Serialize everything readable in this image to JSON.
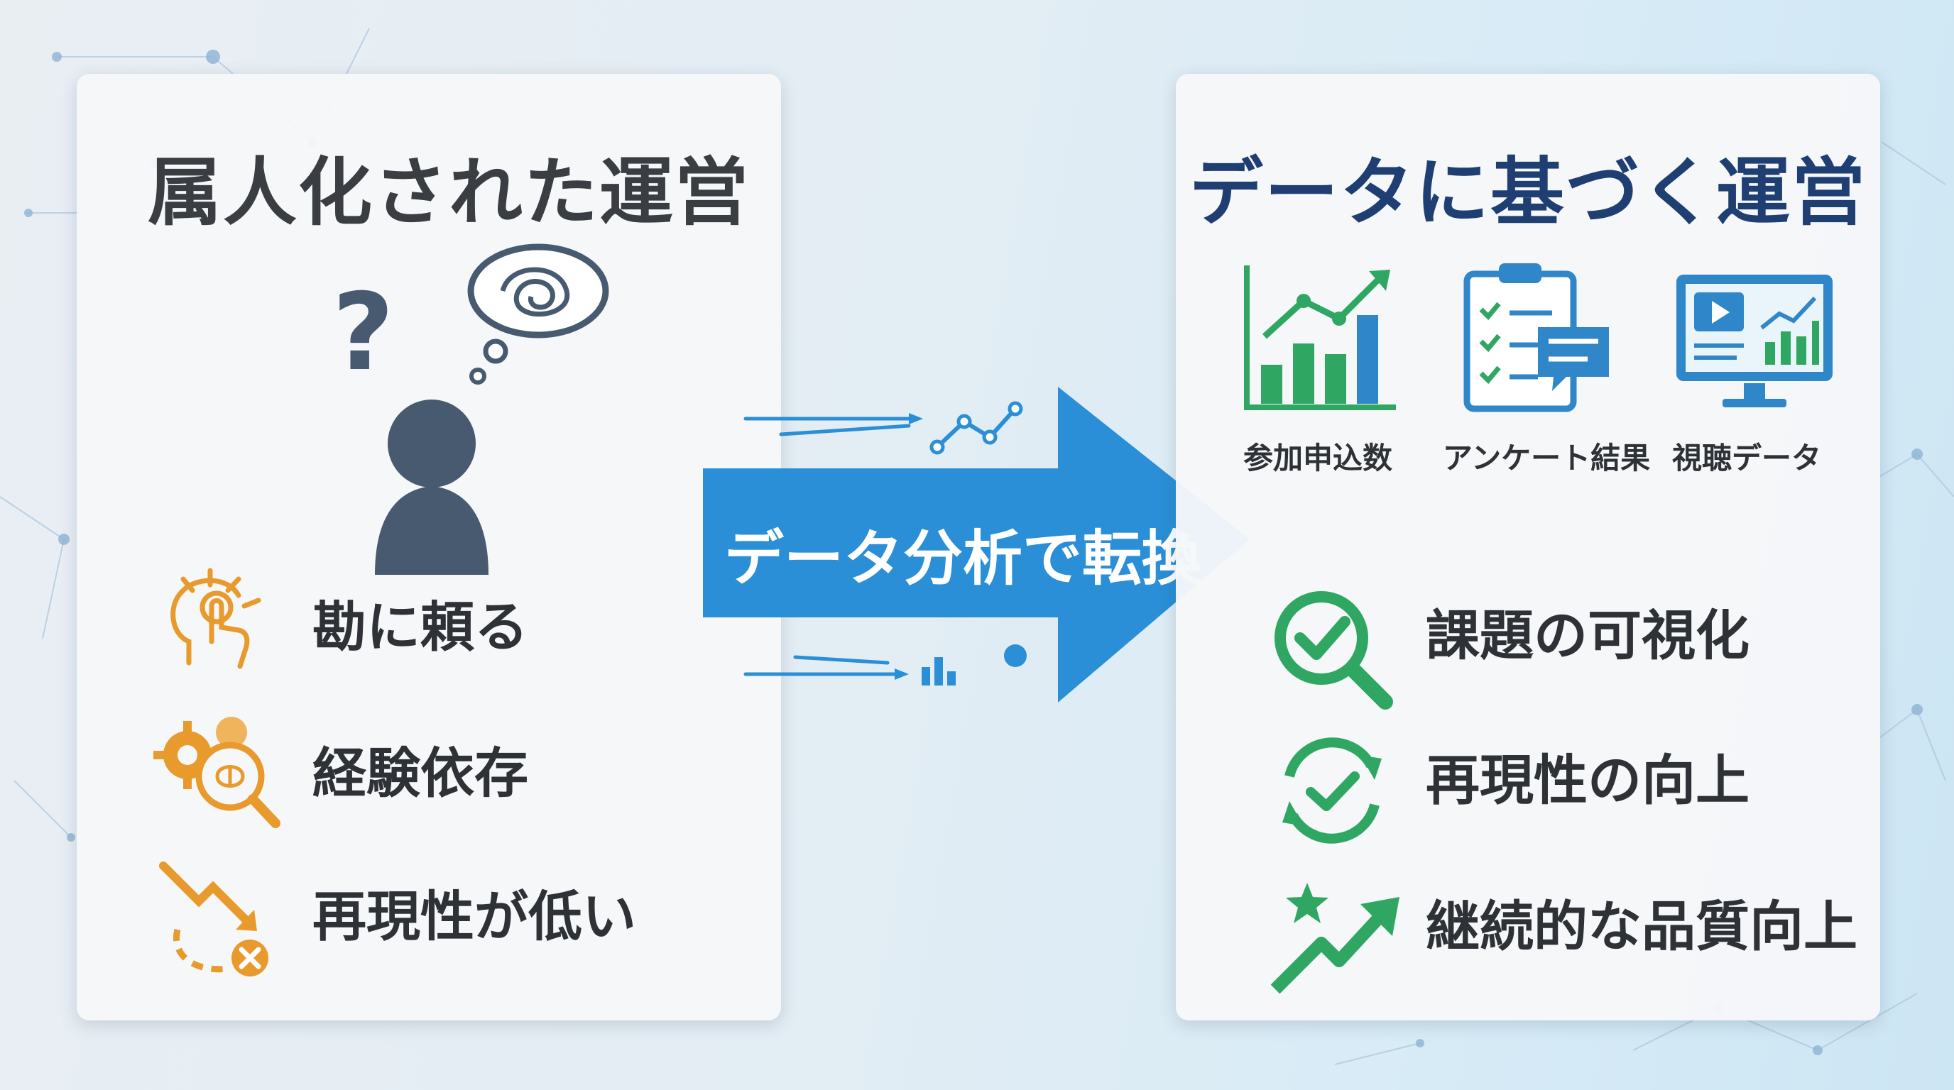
{
  "left": {
    "title": "属人化された運営",
    "items": [
      {
        "label": "勘に頼る",
        "icon": "tapping-head-icon"
      },
      {
        "label": "経験依存",
        "icon": "gears-brain-magnifier-icon"
      },
      {
        "label": "再現性が低い",
        "icon": "declining-arrow-error-icon"
      }
    ],
    "person_icon": "confused-person-icon"
  },
  "transform": {
    "label": "データ分析で転換",
    "icon": "right-arrow-icon"
  },
  "right": {
    "title": "データに基づく運営",
    "metrics": [
      {
        "label": "参加申込数",
        "icon": "bar-chart-trend-icon"
      },
      {
        "label": "アンケート結果",
        "icon": "survey-clipboard-icon"
      },
      {
        "label": "視聴データ",
        "icon": "video-analytics-monitor-icon"
      }
    ],
    "items": [
      {
        "label": "課題の可視化",
        "icon": "check-magnifier-icon"
      },
      {
        "label": "再現性の向上",
        "icon": "check-cycle-icon"
      },
      {
        "label": "継続的な品質向上",
        "icon": "star-growth-arrow-icon"
      }
    ]
  },
  "colors": {
    "left_accent": "#e89a2c",
    "person": "#475a70",
    "arrow": "#2a8fd6",
    "right_blue": "#2f86c8",
    "right_green": "#2fa763",
    "right_title": "#1f3f73"
  }
}
